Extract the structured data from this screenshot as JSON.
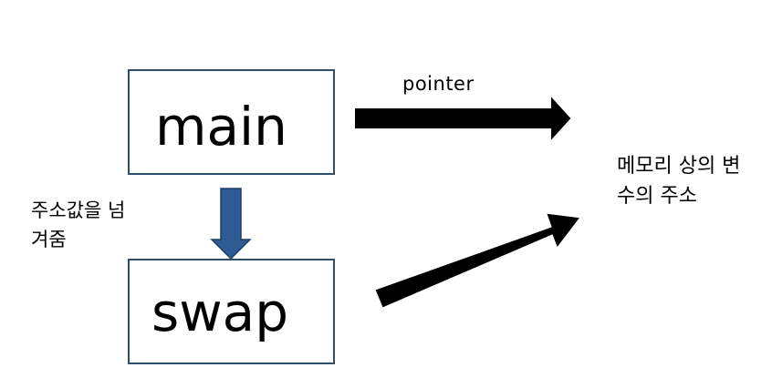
{
  "diagram": {
    "main_label": "main",
    "swap_label": "swap",
    "pointer_label": "pointer",
    "passes_address_label": "주소값을 넘겨줌",
    "memory_address_label": "메모리 상의 변수의 주소"
  },
  "colors": {
    "box_border": "#2f4f6f",
    "down_arrow_fill": "#2e5b94",
    "down_arrow_stroke": "#1f3f6a",
    "black_arrow_fill": "#000000"
  }
}
